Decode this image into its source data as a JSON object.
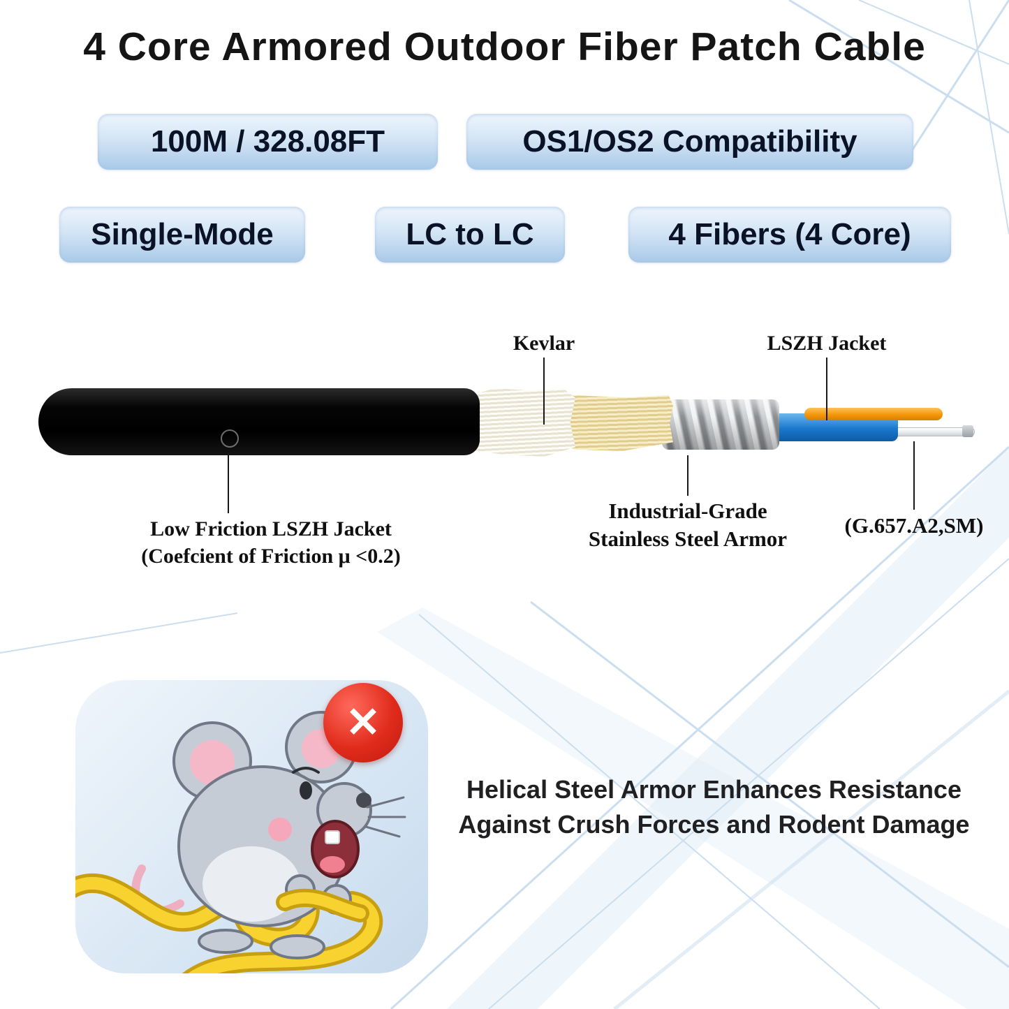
{
  "title": "4 Core Armored Outdoor Fiber Patch Cable",
  "badges": [
    {
      "id": "length",
      "label": "100M / 328.08FT"
    },
    {
      "id": "compatibility",
      "label": "OS1/OS2 Compatibility"
    },
    {
      "id": "mode",
      "label": "Single-Mode"
    },
    {
      "id": "connectors",
      "label": "LC to LC"
    },
    {
      "id": "fibers",
      "label": "4 Fibers (4 Core)"
    }
  ],
  "diagram": {
    "kevlar_label": "Kevlar",
    "lszh_jacket_label": "LSZH Jacket",
    "low_friction_line1": "Low Friction LSZH Jacket",
    "low_friction_line2": "(Coefcient of Friction μ <0.2)",
    "armor_line1": "Industrial-Grade",
    "armor_line2": "Stainless Steel Armor",
    "fiber_spec_label": "(G.657.A2,SM)"
  },
  "note": {
    "line1": "Helical Steel Armor Enhances Resistance",
    "line2": "Against Crush Forces and Rodent Damage"
  },
  "icons": {
    "prohibition": "✕"
  },
  "colors": {
    "badge_top": "#eef5fc",
    "badge_bottom": "#a9c9e8",
    "badge_text": "#0a1228",
    "jacket_black": "#050505",
    "kevlar_white": "#f4f0e2",
    "kevlar_yellow": "#eeda9c",
    "armor_gray": "#b7bbbf",
    "buffer_tube_blue": "#1a78cd",
    "fiber_orange": "#f29405",
    "prohibition_red": "#e02b1c",
    "cable_yellow": "#f8d22f",
    "streak_blue": "#cadeef"
  }
}
